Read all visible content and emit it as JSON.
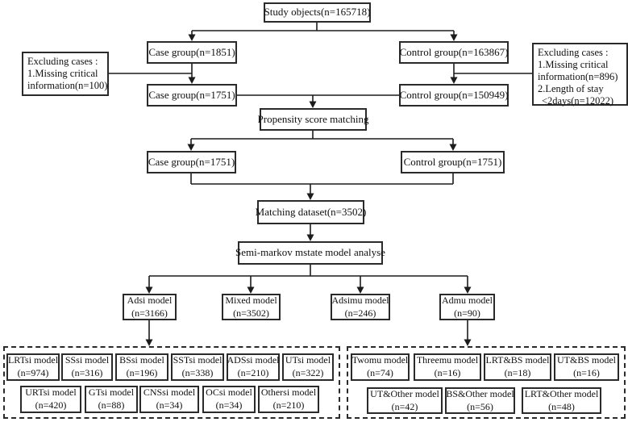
{
  "nodes": {
    "study": "Study objects(n=165718)",
    "case_initial": "Case group(n=1851)",
    "control_initial": "Control group(n=163867)",
    "case_filtered": "Case group(n=1751)",
    "control_filtered": "Control group(n=150949)",
    "psm": "Propensity score matching",
    "case_matched": "Case group(n=1751)",
    "control_matched": "Control group(n=1751)",
    "matching_dataset": "Matching dataset(n=3502)",
    "analysis": "Semi-markov mstate model analyse"
  },
  "exclusions": {
    "left": {
      "title": "Excluding cases :",
      "line1": "1.Missing critical",
      "line2": "information(n=100)"
    },
    "right": {
      "title": "Excluding cases :",
      "line1": "1.Missing critical",
      "line2": "information(n=896)",
      "line3": "2.Length of stay",
      "line4": "<2days(n=12022)"
    }
  },
  "models": [
    {
      "name": "Adsi model",
      "n": "(n=3166)"
    },
    {
      "name": "Mixed model",
      "n": "(n=3502)"
    },
    {
      "name": "Adsimu model",
      "n": "(n=246)"
    },
    {
      "name": "Admu model",
      "n": "(n=90)"
    }
  ],
  "submodels_left": {
    "row1": [
      {
        "name": "LRTsi model",
        "n": "(n=974)"
      },
      {
        "name": "SSsi model",
        "n": "(n=316)"
      },
      {
        "name": "BSsi model",
        "n": "(n=196)"
      },
      {
        "name": "SSTsi model",
        "n": "(n=338)"
      },
      {
        "name": "ADSsi model",
        "n": "(n=210)"
      },
      {
        "name": "UTsi model",
        "n": "(n=322)"
      }
    ],
    "row2": [
      {
        "name": "URTsi model",
        "n": "(n=420)"
      },
      {
        "name": "GTsi model",
        "n": "(n=88)"
      },
      {
        "name": "CNSsi model",
        "n": "(n=34)"
      },
      {
        "name": "OCsi model",
        "n": "(n=34)"
      },
      {
        "name": "Othersi model",
        "n": "(n=210)"
      }
    ]
  },
  "submodels_right": {
    "row1": [
      {
        "name": "Twomu model",
        "n": "(n=74)"
      },
      {
        "name": "Threemu model",
        "n": "(n=16)"
      },
      {
        "name": "LRT&BS model",
        "n": "(n=18)"
      },
      {
        "name": "UT&BS model",
        "n": "(n=16)"
      }
    ],
    "row2": [
      {
        "name": "UT&Other model",
        "n": "(n=42)"
      },
      {
        "name": "BS&Other model",
        "n": "(n=56)"
      },
      {
        "name": "LRT&Other model",
        "n": "(n=48)"
      }
    ]
  },
  "colors": {
    "line": "#1c1c1c",
    "box_border": "#2a2a2a",
    "background": "#ffffff",
    "text": "#101010"
  }
}
